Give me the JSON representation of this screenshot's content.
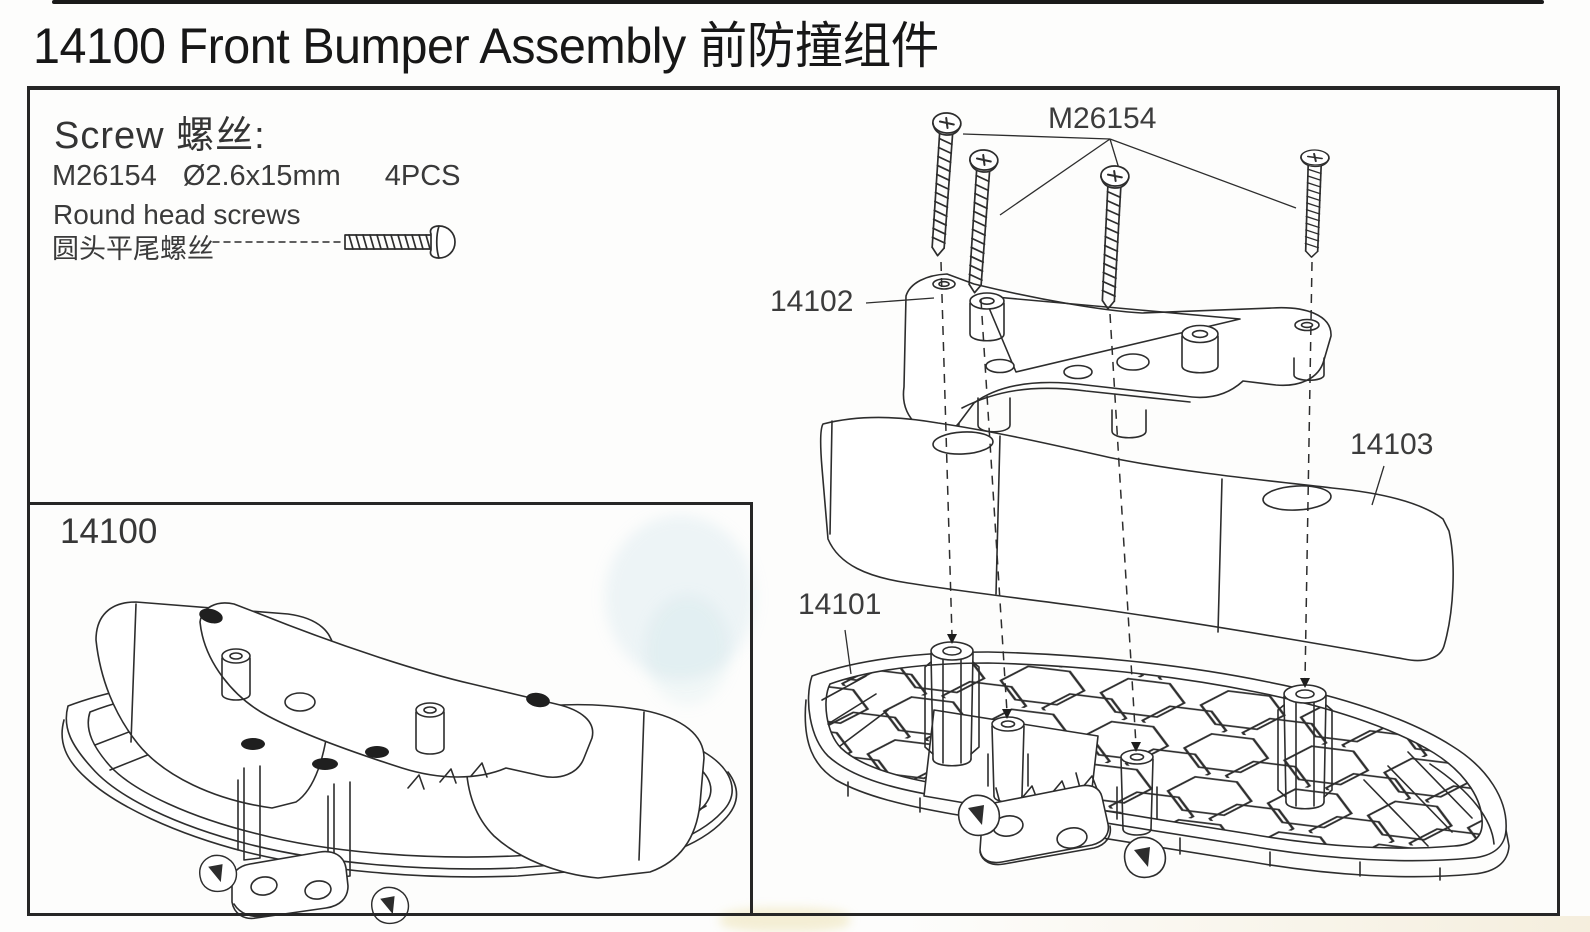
{
  "page": {
    "title": "14100 Front Bumper Assembly 前防撞组件"
  },
  "screw_legend": {
    "heading": "Screw 螺丝:",
    "part_code": "M26154",
    "size": "Ø2.6x15mm",
    "quantity": "4PCS",
    "name_en": "Round head screws",
    "name_zh": "圆头平尾螺丝"
  },
  "part_labels": {
    "screw": "M26154",
    "upper_mount": "14102",
    "foam_bumper": "14103",
    "bumper_plate": "14101",
    "assembly": "14100"
  },
  "colors": {
    "ink": "#2d2d2d",
    "paper": "#fdfdfc"
  }
}
